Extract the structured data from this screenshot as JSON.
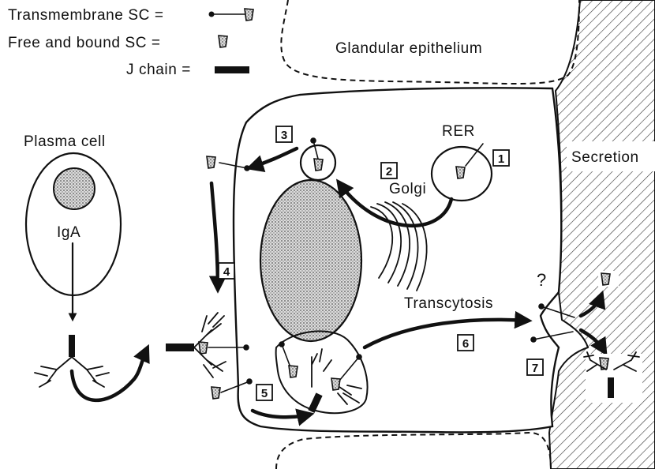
{
  "legend": {
    "transmembrane_sc": "Transmembrane SC =",
    "free_bound_sc": "Free and bound SC =",
    "j_chain": "J chain ="
  },
  "regions": {
    "glandular_epithelium": "Glandular epithelium",
    "plasma_cell": "Plasma cell",
    "iga": "IgA",
    "secretion": "Secretion",
    "rer": "RER",
    "golgi": "Golgi",
    "transcytosis": "Transcytosis",
    "question": "?"
  },
  "steps": [
    "1",
    "2",
    "3",
    "4",
    "5",
    "6",
    "7"
  ],
  "colors": {
    "ink": "#111111",
    "background": "#ffffff",
    "stipple": "#8a8a8a"
  }
}
